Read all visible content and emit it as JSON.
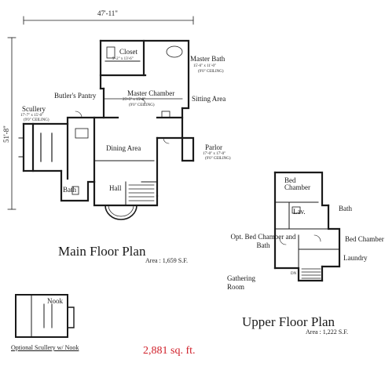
{
  "overall_width": "47'-11\"",
  "overall_depth": "51'-8\"",
  "main_floor": {
    "title": "Main Floor Plan",
    "area": "Area : 1,659 S.F.",
    "rooms": {
      "closet": "Closet",
      "closet_dim": "9'-2\" x 13'-6\"",
      "master_bath": "Master Bath",
      "master_bath_dim": "15'-6\" x 11'-0\"",
      "master_bath_ceiling": "(9'0\" CEILING)",
      "butlers_pantry": "Butler's Pantry",
      "master_chamber": "Master Chamber",
      "master_chamber_dim": "25'-5\" x 15'-8\"",
      "master_chamber_ceiling": "(9'0\" CEILING)",
      "sitting_area": "Sitting Area",
      "scullery": "Scullery",
      "scullery_dim": "17'-7\" x 15'-0\"",
      "scullery_ceiling": "(9'0\" CEILING)",
      "dining_area": "Dining Area",
      "parlor": "Parlor",
      "parlor_dim": "17'-0\" x 17'-0\"",
      "parlor_ceiling": "(9'0\" CEILING)",
      "bath": "Bath",
      "hall": "Hall"
    }
  },
  "upper_floor": {
    "title": "Upper Floor Plan",
    "area": "Area : 1,222 S.F.",
    "rooms": {
      "bed_chamber_1": "Bed Chamber",
      "lav": "Lav.",
      "bath": "Bath",
      "opt_bed_chamber_bath": "Opt. Bed Chamber and Bath",
      "bed_chamber_2": "Bed Chamber",
      "laundry": "Laundry",
      "gathering_room": "Gathering Room",
      "dn": "DN"
    }
  },
  "optional": {
    "nook": "Nook",
    "caption": "Optional Scullery w/ Nook"
  },
  "total_sqft": "2,881 sq. ft.",
  "colors": {
    "ink": "#1a1a1a",
    "accent": "#d0202a",
    "background": "#ffffff"
  }
}
